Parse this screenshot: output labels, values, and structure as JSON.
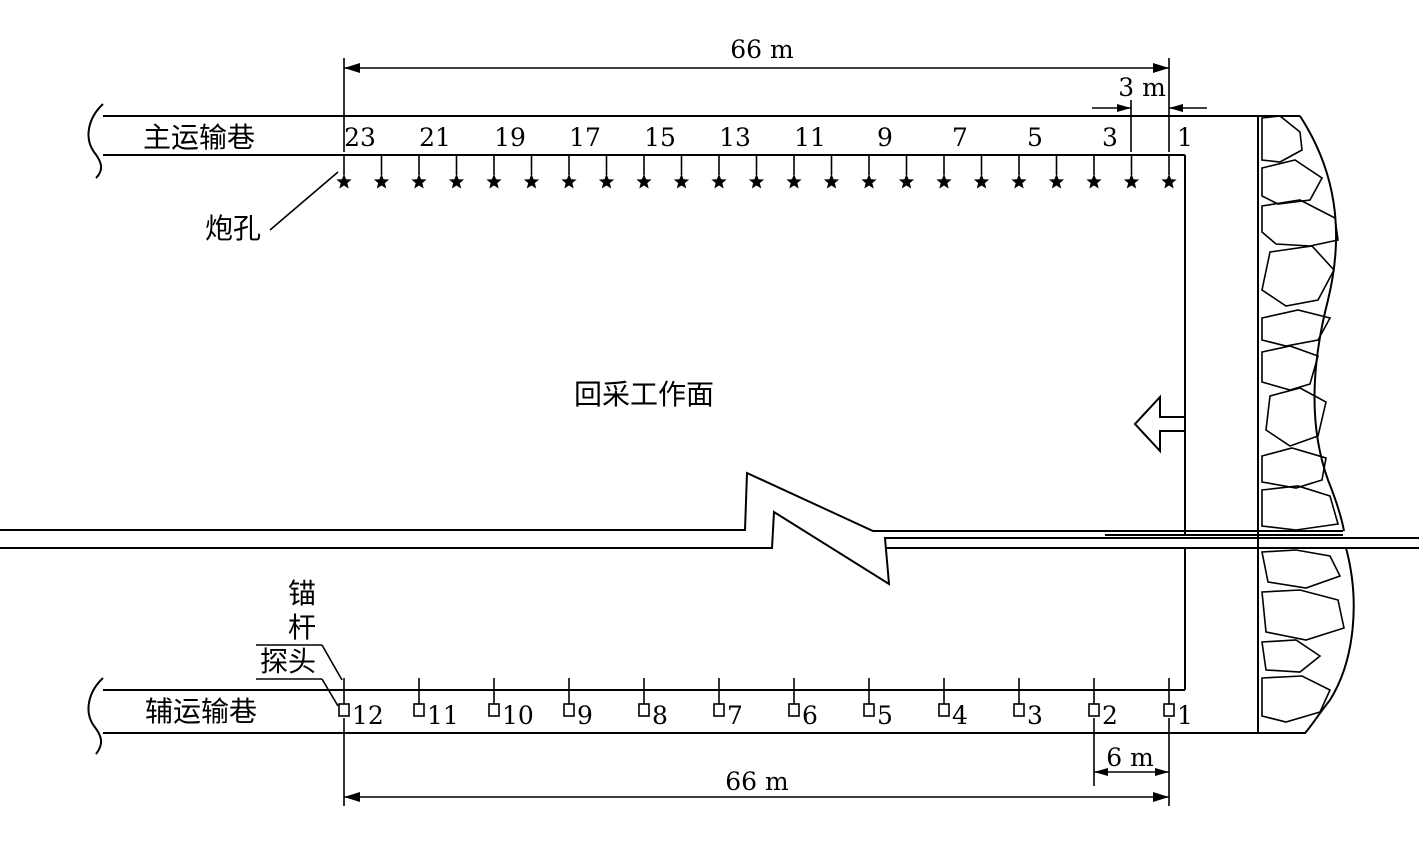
{
  "labels": {
    "main_roadway": "主运输巷",
    "aux_roadway": "辅运输巷",
    "blast_hole": "炮孔",
    "working_face": "回采工作面",
    "anchor_line1": "锚",
    "anchor_line2": "杆",
    "probe": "探头"
  },
  "dimensions": {
    "top_span": "66 m",
    "top_spacing": "3 m",
    "bottom_span": "66 m",
    "bottom_spacing": "6 m"
  },
  "blast_hole_labels": [
    "23",
    "21",
    "19",
    "17",
    "15",
    "13",
    "11",
    "9",
    "7",
    "5",
    "3",
    "1"
  ],
  "blast_hole_count": 23,
  "sensor_labels": [
    "12",
    "11",
    "10",
    "9",
    "8",
    "7",
    "6",
    "5",
    "4",
    "3",
    "2",
    "1"
  ]
}
